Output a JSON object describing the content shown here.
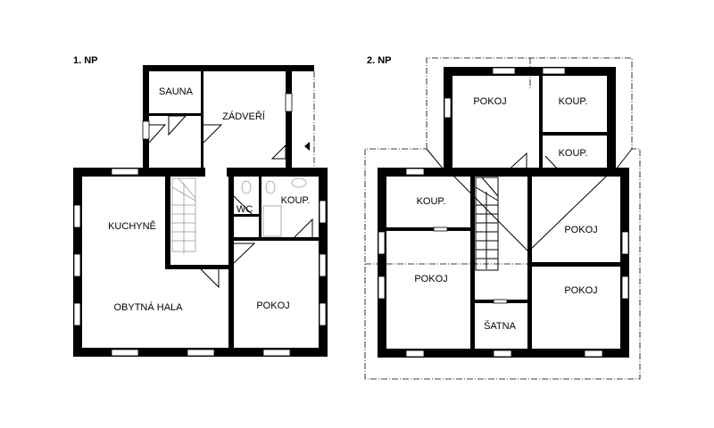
{
  "floor1": {
    "title": "1. NP",
    "rooms": {
      "sauna": "SAUNA",
      "zadveri": "ZÁDVEŘÍ",
      "kuchyne": "KUCHYNĚ",
      "obytna_hala": "OBYTNÁ HALA",
      "pokoj": "POKOJ",
      "koupelna": "KOUP.",
      "wc": "WC"
    }
  },
  "floor2": {
    "title": "2. NP",
    "rooms": {
      "pokoj_north": "POKOJ",
      "koup_ne1": "KOUP.",
      "koup_ne2": "KOUP.",
      "koup_west": "KOUP.",
      "pokoj_east": "POKOJ",
      "pokoj_west": "POKOJ",
      "pokoj_southeast": "POKOJ",
      "satna": "ŠATNA"
    }
  }
}
